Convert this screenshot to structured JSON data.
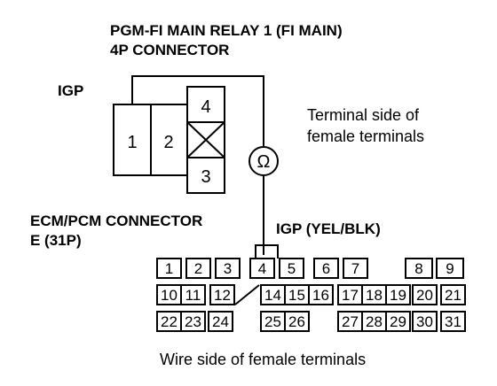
{
  "relay": {
    "title_line1": "PGM-FI MAIN RELAY 1 (FI MAIN)",
    "title_line2": "4P CONNECTOR",
    "igp_label": "IGP",
    "pins": [
      "1",
      "2",
      "4",
      "3"
    ],
    "terminal_note_line1": "Terminal side of",
    "terminal_note_line2": "female terminals"
  },
  "meter": {
    "symbol": "Ω",
    "icon": "ohmmeter-icon"
  },
  "ecm": {
    "title_line1": "ECM/PCM CONNECTOR",
    "title_line2": "E (31P)",
    "wire_label": "IGP (YEL/BLK)",
    "row1": [
      "1",
      "2",
      "3",
      "4",
      "5",
      "6",
      "7",
      "8",
      "9"
    ],
    "row2": [
      "10",
      "11",
      "12",
      "14",
      "15",
      "16",
      "17",
      "18",
      "19",
      "20",
      "21"
    ],
    "row3": [
      "22",
      "23",
      "24",
      "25",
      "26",
      "27",
      "28",
      "29",
      "30",
      "31"
    ],
    "wire_side_note": "Wire side of female terminals"
  }
}
